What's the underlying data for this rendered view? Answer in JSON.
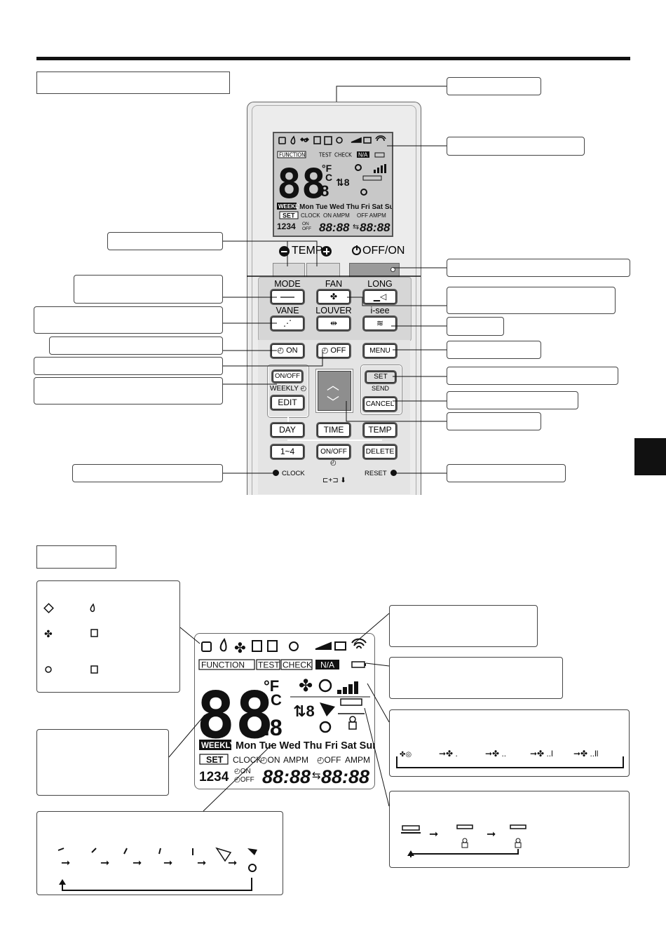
{
  "section_labels": {
    "top": "",
    "bottom": ""
  },
  "remote": {
    "temp_label": "TEMP",
    "off_on_label": "OFF/ON",
    "buttons": {
      "mode": "MODE",
      "fan": "FAN",
      "long": "LONG",
      "vane": "VANE",
      "louver": "LOUVER",
      "isee": "i-see",
      "on_timer": "ON",
      "off_timer": "OFF",
      "menu": "MENU",
      "weekly_onoff": "ON/OFF",
      "weekly": "WEEKLY",
      "edit": "EDIT",
      "set": "SET",
      "send": "SEND",
      "cancel": "CANCEL",
      "day": "DAY",
      "time": "TIME",
      "temp": "TEMP",
      "one_to_four": "1~4",
      "onoff2": "ON/OFF",
      "delete": "DELETE",
      "clock": "CLOCK",
      "reset": "RESET"
    }
  },
  "lcd": {
    "function": "FUNCTION",
    "test": "TEST",
    "check": "CHECK",
    "na": "N/A",
    "digits": "88",
    "decimal": ".8",
    "unit_f": "°F",
    "unit_c": "C",
    "weekly": "WEEKLY",
    "days": "Mon Tue Wed Thu Fri Sat Sun",
    "set": "SET",
    "clock_on": "CLOCK",
    "on": "ON",
    "ampm1": "AMPM",
    "off": "OFF",
    "ampm2": "AMPM",
    "num": "1234",
    "timer_left": "88:88",
    "timer_right": "88:88",
    "ud": "8"
  },
  "colors": {
    "remote_body": "#ececec",
    "remote_face": "#d6d6d6",
    "lcd_bg": "#c8c8c8",
    "black_tab": "#111111"
  }
}
